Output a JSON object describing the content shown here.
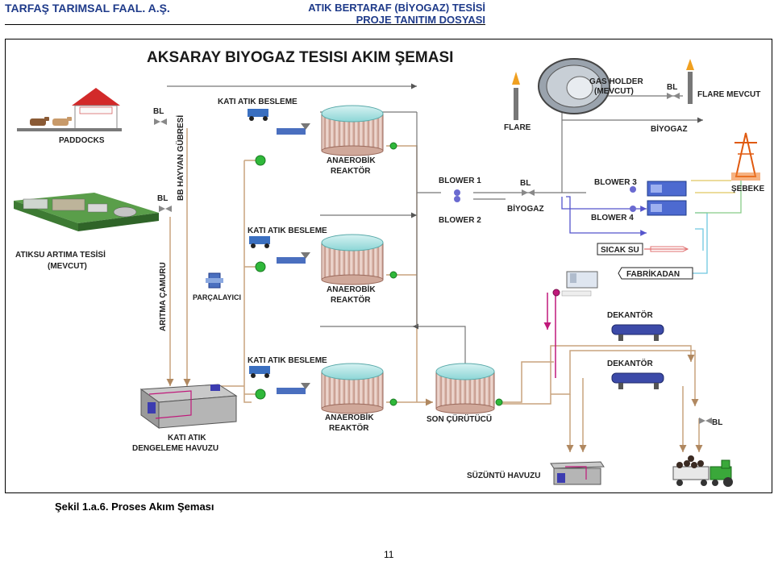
{
  "header": {
    "company": "TARFAŞ TARIMSAL FAAL. A.Ş.",
    "title_line1": "ATIK BERTARAF (BİYOGAZ) TESİSİ",
    "title_line2": "PROJE TANITIM DOSYASI"
  },
  "diagram": {
    "title": "AKSARAY BIYOGAZ TESISI AKIM ŞEMASI",
    "labels": {
      "paddocks": "PADDOCKS",
      "bl": "BL",
      "bb_hayvan_gubresi": "BB HAYVAN GÜBRESİ",
      "aritma_camuru": "ARITMA ÇAMURU",
      "atiksu_line1": "ATIKSU ARTIMA TESİSİ",
      "atiksu_line2": "(MEVCUT)",
      "parcalayici": "PARÇALAYICI",
      "kati_atik_besleme": "KATI ATIK BESLEME",
      "anaerobik": "ANAEROBİK",
      "reaktor": "REAKTÖR",
      "kati_atik": "KATI ATIK",
      "dengeleme_havuzu": "DENGELEME HAVUZU",
      "son_curutucu": "SON ÇÜRÜTÜCÜ",
      "blower1": "BLOWER 1",
      "blower2": "BLOWER 2",
      "blower3": "BLOWER 3",
      "blower4": "BLOWER 4",
      "biyogaz": "BİYOGAZ",
      "flare": "FLARE",
      "gas_holder1": "GAS HOLDER",
      "gas_holder2": "(MEVCUT)",
      "flare_mevcut": "FLARE MEVCUT",
      "sebeke": "ŞEBEKE",
      "sicak_su": "SICAK SU",
      "fabrikadan": "FABRİKADAN",
      "dekantor": "DEKANTÖR",
      "suzuntu_havuzu": "SÜZÜNTÜ HAVUZU"
    }
  },
  "caption": "Şekil 1.a.6. Proses Akım Şeması",
  "page_number": "11"
}
